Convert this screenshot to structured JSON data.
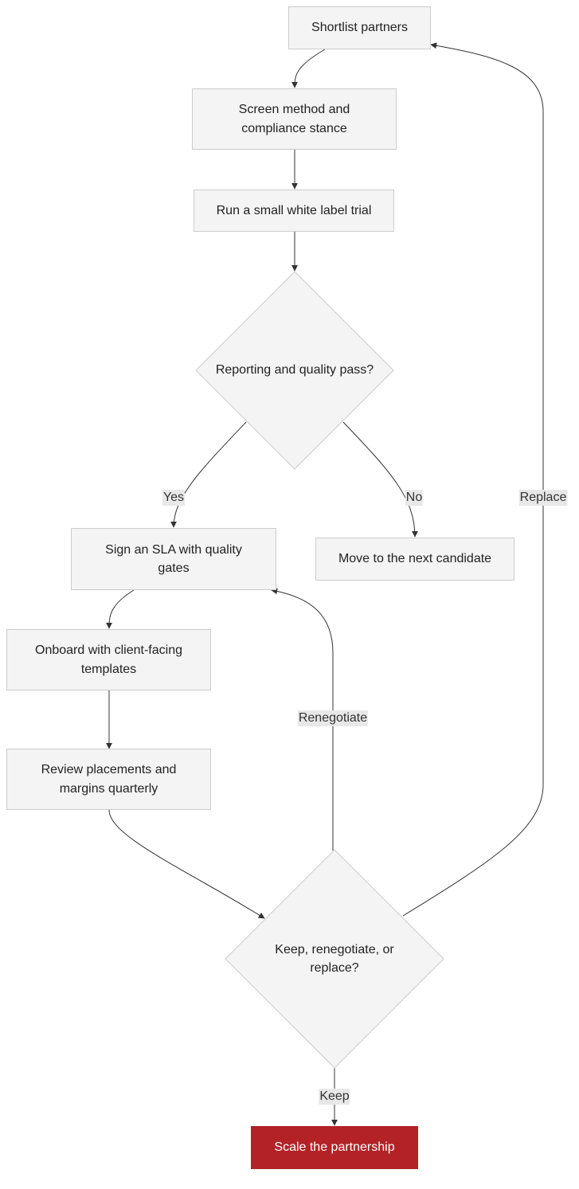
{
  "diagram": {
    "nodes": {
      "shortlist": "Shortlist partners",
      "screen": "Screen method and compliance stance",
      "trial": "Run a small white label trial",
      "quality_check": "Reporting and quality pass?",
      "sla": "Sign an SLA with quality gates",
      "next_candidate": "Move to the next candidate",
      "onboard": "Onboard with client-facing templates",
      "review": "Review placements and margins quarterly",
      "decision": "Keep, renegotiate, or replace?",
      "scale": "Scale the partnership"
    },
    "edge_labels": {
      "yes": "Yes",
      "no": "No",
      "renegotiate": "Renegotiate",
      "replace": "Replace",
      "keep": "Keep"
    }
  },
  "colors": {
    "node_fill": "#f4f4f4",
    "node_border": "#cccccc",
    "edge": "#333333",
    "edge_label_bg": "#e8e8e8",
    "terminal_fill": "#b22226"
  }
}
